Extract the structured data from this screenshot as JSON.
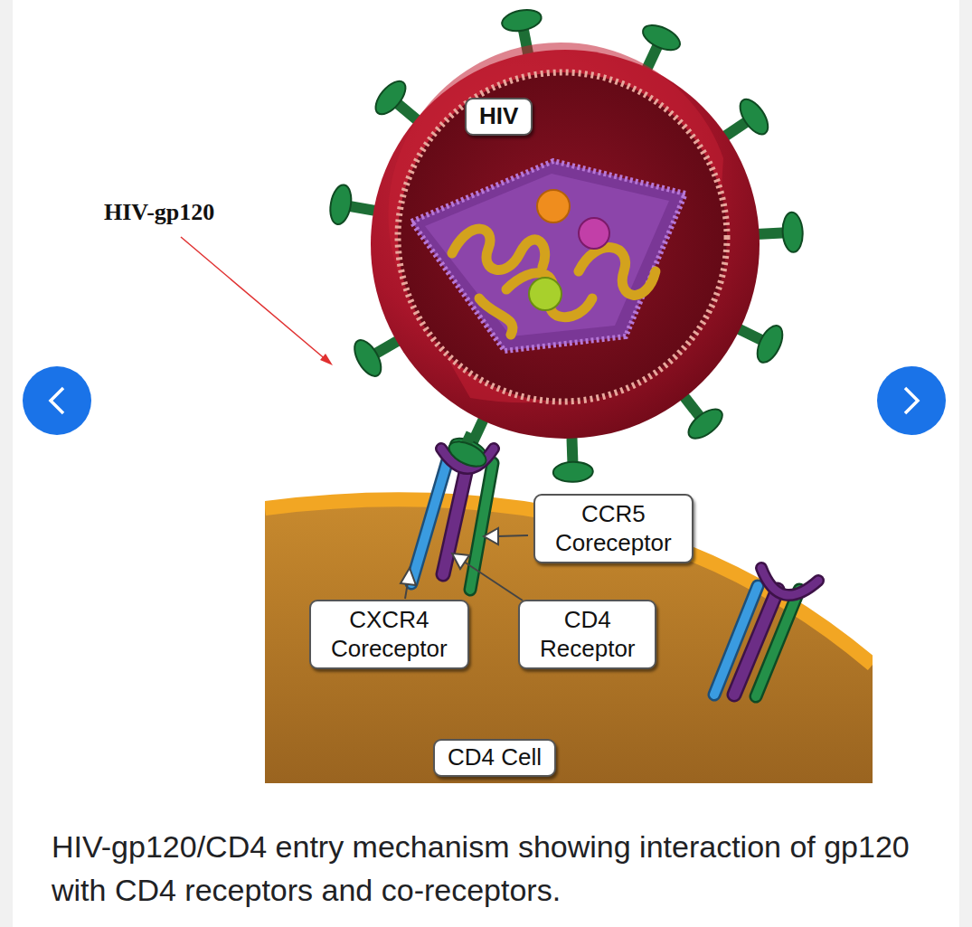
{
  "diagram": {
    "caption": "HIV-gp120/CD4 entry mechanism showing interaction of gp120 with CD4 receptors and co-receptors.",
    "nodes": [
      {
        "text": [
          "HIV"
        ]
      },
      {
        "text": [
          "CCR5 Coreceptor"
        ]
      },
      {
        "text": [
          "CXCR4 Coreceptor"
        ]
      },
      {
        "text": [
          "CD4 Receptor"
        ]
      },
      {
        "text": [
          "CD4 Cell"
        ]
      }
    ],
    "labels": [
      "HIV-gp120"
    ]
  }
}
